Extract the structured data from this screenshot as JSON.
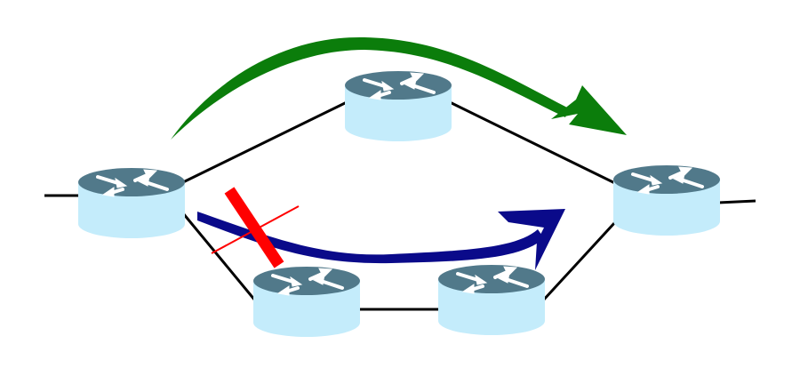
{
  "diagram": {
    "colors": {
      "router_top": "#51798a",
      "router_body": "#c4ecfb",
      "link": "#000000",
      "primary_path": "#0b7d0b",
      "failover_path": "#0a0a8a",
      "failure_mark": "#ff0000"
    },
    "routers": [
      "router-left",
      "router-top",
      "router-right",
      "router-bottom-left",
      "router-bottom-right"
    ],
    "icons": [
      "router-icon",
      "green-path-arrow",
      "blue-rerouted-arrow",
      "red-x-failure-mark"
    ]
  }
}
